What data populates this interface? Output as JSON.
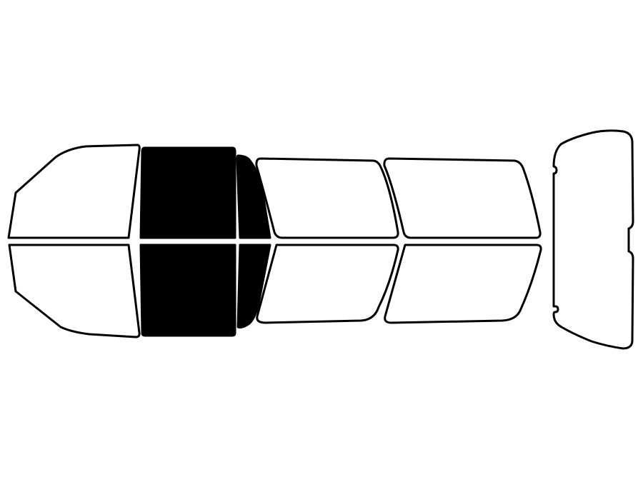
{
  "colors": {
    "background": "#ffffff",
    "outline": "#000000",
    "tinted": "#000000",
    "untinted": "#ffffff"
  },
  "panes": [
    {
      "name": "windshield-top-half",
      "tinted": false
    },
    {
      "name": "windshield-bottom-half",
      "tinted": false
    },
    {
      "name": "front-door-window-top",
      "tinted": true
    },
    {
      "name": "front-door-window-bottom",
      "tinted": true
    },
    {
      "name": "front-vent-window-top",
      "tinted": true
    },
    {
      "name": "front-vent-window-bottom",
      "tinted": true
    },
    {
      "name": "rear-door-window-top",
      "tinted": false
    },
    {
      "name": "rear-door-window-bottom",
      "tinted": false
    },
    {
      "name": "cargo-window-top",
      "tinted": false
    },
    {
      "name": "cargo-window-bottom",
      "tinted": false
    },
    {
      "name": "rear-window",
      "tinted": false
    }
  ]
}
